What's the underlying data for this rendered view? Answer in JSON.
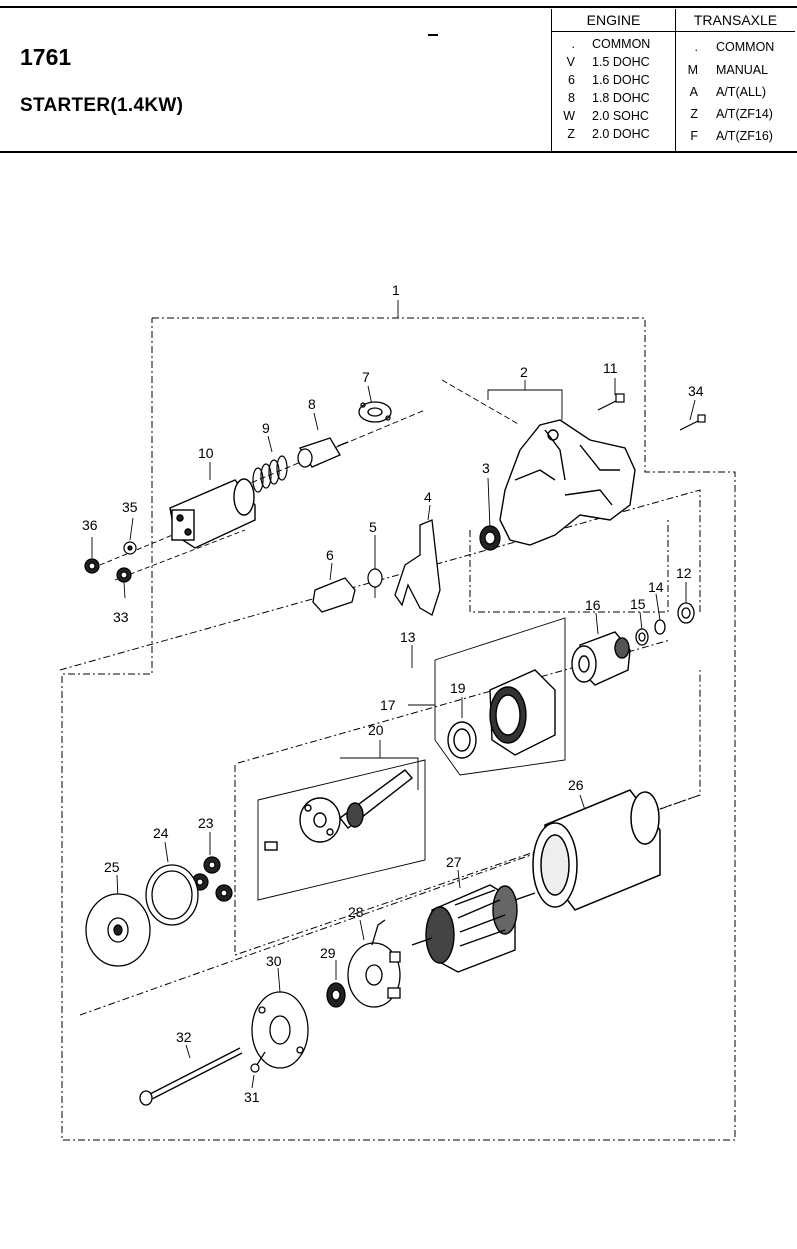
{
  "header": {
    "part_number": "1761",
    "title": "STARTER(1.4KW)"
  },
  "legend": {
    "engine": {
      "heading": "ENGINE",
      "rows": [
        {
          "code": ".",
          "desc": "COMMON"
        },
        {
          "code": "V",
          "desc": "1.5 DOHC"
        },
        {
          "code": "6",
          "desc": "1.6 DOHC"
        },
        {
          "code": "8",
          "desc": "1.8 DOHC"
        },
        {
          "code": "W",
          "desc": "2.0 SOHC"
        },
        {
          "code": "Z",
          "desc": "2.0 DOHC"
        }
      ]
    },
    "transaxle": {
      "heading": "TRANSAXLE",
      "rows": [
        {
          "code": ".",
          "desc": "COMMON"
        },
        {
          "code": "M",
          "desc": "MANUAL"
        },
        {
          "code": "A",
          "desc": "A/T(ALL)"
        },
        {
          "code": "Z",
          "desc": "A/T(ZF14)"
        },
        {
          "code": "F",
          "desc": "A/T(ZF16)"
        }
      ]
    }
  },
  "callouts": {
    "c1": "1",
    "c2": "2",
    "c3": "3",
    "c4": "4",
    "c5": "5",
    "c6": "6",
    "c7": "7",
    "c8": "8",
    "c9": "9",
    "c10": "10",
    "c11": "11",
    "c12": "12",
    "c13": "13",
    "c14": "14",
    "c15": "15",
    "c16": "16",
    "c17": "17",
    "c19": "19",
    "c20": "20",
    "c23": "23",
    "c24": "24",
    "c25": "25",
    "c26": "26",
    "c27": "27",
    "c28": "28",
    "c29": "29",
    "c30": "30",
    "c31": "31",
    "c32": "32",
    "c33": "33",
    "c34": "34",
    "c35": "35",
    "c36": "36"
  }
}
